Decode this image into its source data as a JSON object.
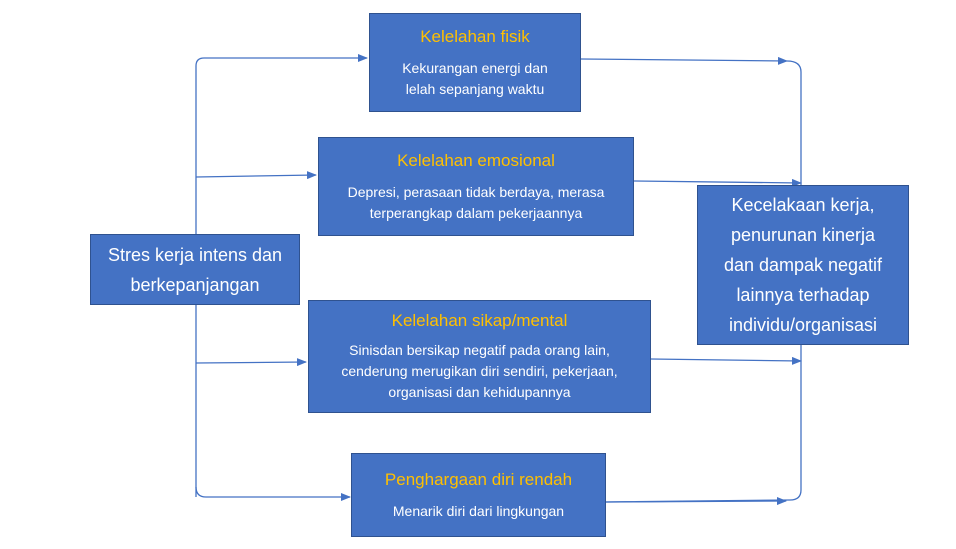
{
  "source": {
    "line1": "Stres kerja intens dan",
    "line2": "berkepanjangan"
  },
  "branches": [
    {
      "title": "Kelelahan fisik",
      "desc_lines": [
        "Kekurangan energi dan",
        "lelah sepanjang waktu"
      ]
    },
    {
      "title": "Kelelahan emosional",
      "desc_lines": [
        "Depresi, perasaan tidak berdaya, merasa",
        "terperangkap dalam pekerjaannya"
      ]
    },
    {
      "title": "Kelelahan sikap/mental",
      "desc_lines": [
        "Sinisdan bersikap negatif pada orang lain,",
        "cenderung merugikan diri sendiri, pekerjaan,",
        "organisasi dan kehidupannya"
      ]
    },
    {
      "title": "Penghargaan diri rendah",
      "desc_lines": [
        "Menarik diri dari lingkungan"
      ]
    }
  ],
  "outcome": {
    "lines": [
      "Kecelakaan kerja,",
      "penurunan kinerja",
      "dan dampak negatif",
      "lainnya terhadap",
      "individu/organisasi"
    ]
  },
  "colors": {
    "box_fill": "#4472C4",
    "box_border": "#2F528F",
    "title_text": "#FFC000",
    "body_text": "#FFFFFF",
    "connector": "#4472C4"
  }
}
